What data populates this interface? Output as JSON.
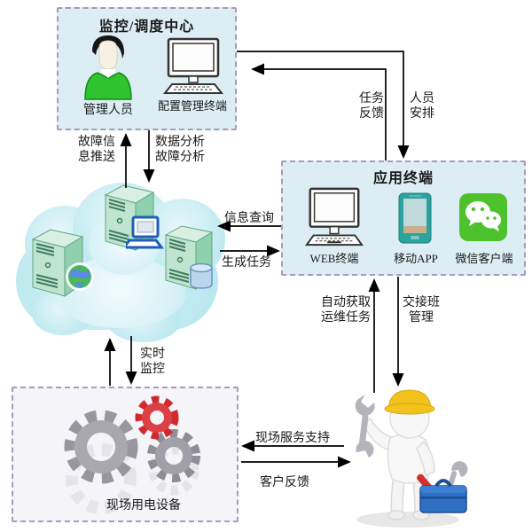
{
  "nodes": {
    "dispatch_center": {
      "title": "监控/调度中心",
      "person_label": "管理人员",
      "terminal_label": "配置管理终端"
    },
    "app_terminal": {
      "title": "应用终端",
      "web_label": "WEB终端",
      "app_label": "移动APP",
      "wechat_label": "微信客户端"
    },
    "field_equipment": {
      "label": "现场用电设备"
    }
  },
  "edges": {
    "fault_push": {
      "line1": "故障信",
      "line2": "息推送"
    },
    "data_analysis": {
      "line1": "数据分析",
      "line2": "故障分析"
    },
    "task_feedback": {
      "line1": "任务",
      "line2": "反馈"
    },
    "staff_assign": {
      "line1": "人员",
      "line2": "安排"
    },
    "info_query": {
      "text": "信息查询"
    },
    "generate_task": {
      "text": "生成任务"
    },
    "auto_fetch": {
      "line1": "自动获取",
      "line2": "运维任务"
    },
    "shift_mgmt": {
      "line1": "交接班",
      "line2": "管理"
    },
    "realtime_monitor": {
      "line1": "实时",
      "line2": "监控"
    },
    "field_support": {
      "text": "现场服务支持"
    },
    "customer_feedback": {
      "text": "客户反馈"
    }
  },
  "colors": {
    "box_fill": "#dcedf4",
    "equipment_box_fill": "#f5f5f9",
    "dashed_border": "#a79ac1",
    "arrow": "#000000",
    "server_green": "#a9dcc2",
    "wechat_green": "#4ec22d",
    "phone_teal": "#2ba39e",
    "gear_red": "#d02a2e",
    "gear_gray": "#9a99a1",
    "helmet_yellow": "#f2c21e",
    "toolbox_blue": "#2e6fc1",
    "person_green": "#2fc42f"
  }
}
